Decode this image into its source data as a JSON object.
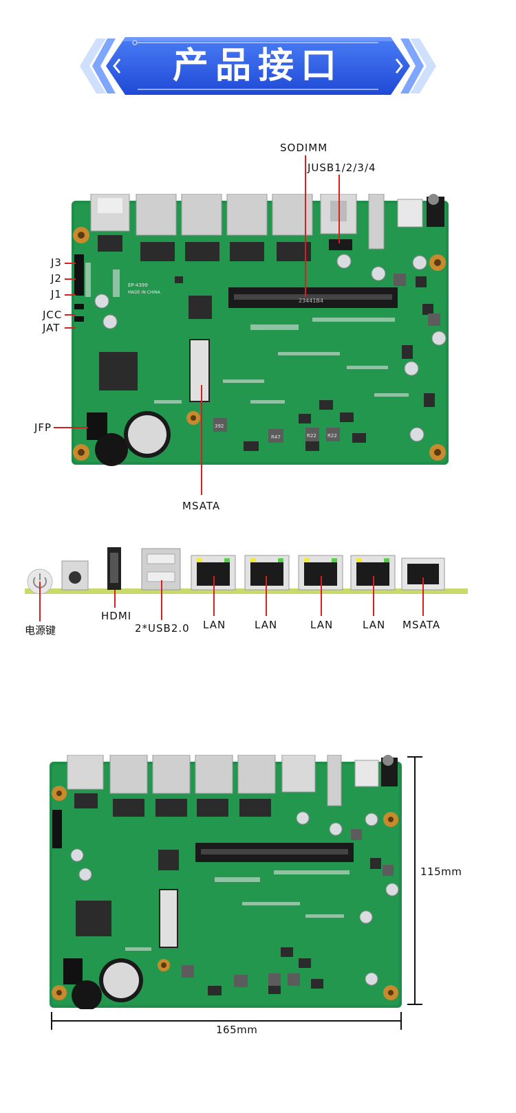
{
  "banner": {
    "title": "产品接口"
  },
  "top_board": {
    "labels": {
      "sodimm": "SODIMM",
      "jusb": "JUSB1/2/3/4",
      "j3": "J3",
      "j2": "J2",
      "j1": "J1",
      "jcc": "JCC",
      "jat": "JAT",
      "jfp": "JFP",
      "msata": "MSATA"
    },
    "silk": {
      "model": "EP-4399",
      "made_in": "MADE IN CHINA",
      "r47": "R47",
      "r22a": "R22",
      "r22b": "R22",
      "c392": "392",
      "slot_code": "23441B4"
    }
  },
  "io_panel": {
    "labels": {
      "power": "电源键",
      "hdmi": "HDMI",
      "usb": "2*USB2.0",
      "lan1": "LAN",
      "lan2": "LAN",
      "lan3": "LAN",
      "lan4": "LAN",
      "msata": "MSATA"
    }
  },
  "dimensions": {
    "height": "115mm",
    "width": "165mm"
  },
  "colors": {
    "banner_blue": "#2b5ee8",
    "banner_light": "#a9c8ff",
    "pcb_green": "#1e8f4a",
    "label_red": "#d81e1e",
    "io_strip": "#c9d96a"
  }
}
